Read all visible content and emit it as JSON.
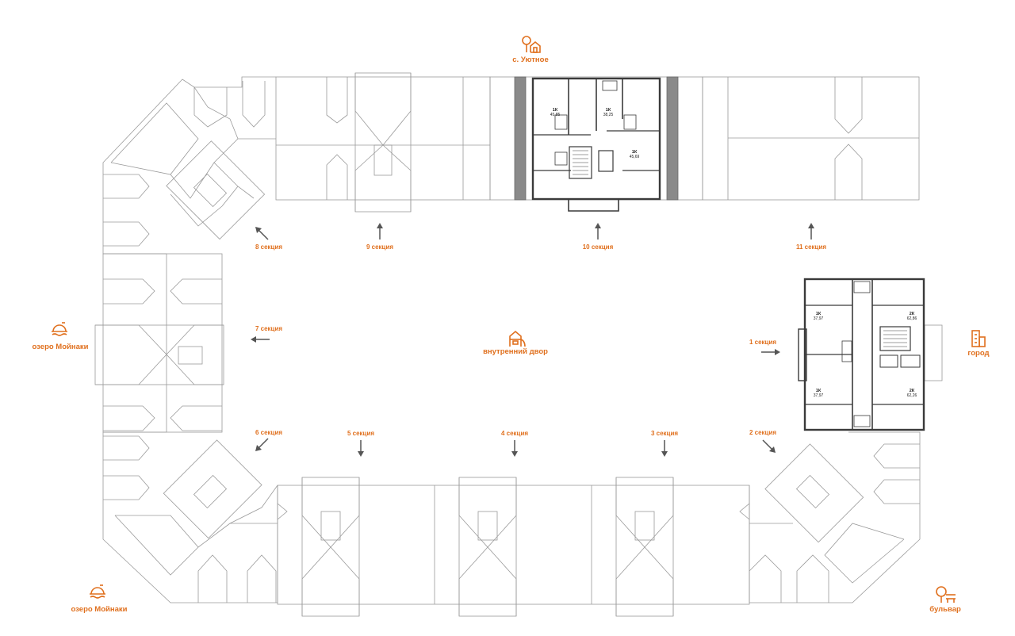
{
  "colors": {
    "accent": "#e0701e",
    "outline": "#9a9a9a",
    "wall": "#3a3a3a",
    "grey_strip": "#8a8a8a"
  },
  "landmarks": {
    "top": "с. Уютное",
    "left_mid": "озеро Мойнаки",
    "bottom_left": "озеро Мойнаки",
    "courtyard": "внутренний двор",
    "right": "город",
    "bottom_right": "бульвар"
  },
  "icons": {
    "top": "village-house-icon",
    "left_mid": "lake-icon",
    "bottom_left": "lake-icon",
    "courtyard": "playground-icon",
    "right": "city-building-icon",
    "bottom_right": "park-bench-icon"
  },
  "sections": {
    "s1": "1 секция",
    "s2": "2 секция",
    "s3": "3 секция",
    "s4": "4 секция",
    "s5": "5 секция",
    "s6": "6 секция",
    "s7": "7 секция",
    "s8": "8 секция",
    "s9": "9 секция",
    "s10": "10 секция",
    "s11": "11 секция"
  },
  "section10_units": [
    {
      "type": "1К",
      "area": "45,85"
    },
    {
      "type": "1К",
      "area": "38,25"
    },
    {
      "type": "1К",
      "area": "45,69"
    }
  ],
  "section1_units": [
    {
      "type": "1К",
      "area": "37,97"
    },
    {
      "type": "2К",
      "area": "62,86"
    },
    {
      "type": "1К",
      "area": "37,97"
    },
    {
      "type": "2К",
      "area": "62,26"
    }
  ]
}
